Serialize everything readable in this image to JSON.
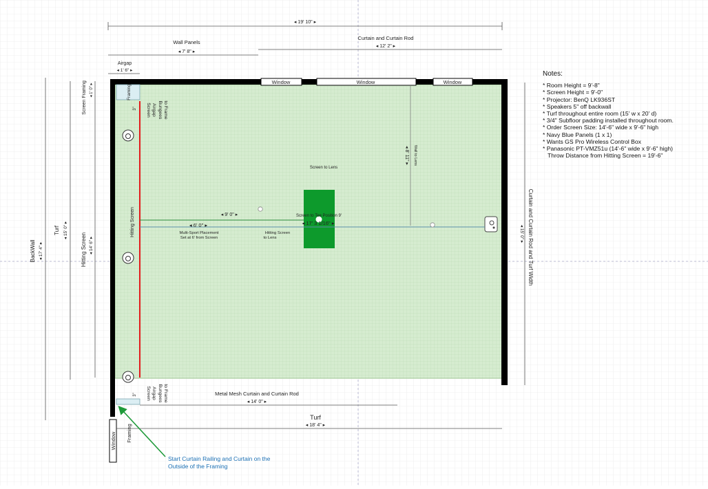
{
  "dimensions": {
    "overall_width": "19' 10\"",
    "wall_panels_label": "Wall Panels",
    "wall_panels": "7' 8\"",
    "curtain_rod_label": "Curtain and Curtain Rod",
    "curtain_rod": "12' 2\"",
    "airgap_label": "Airgap",
    "airgap": "1' 6\"",
    "screen_framing_label": "Screen Framing",
    "screen_framing": "1' 0\"",
    "backwall_label": "BackWall",
    "backwall": "17' 4\"",
    "turf_left_label": "Turf",
    "turf_left": "15' 0\"",
    "hitting_screen_left_label": "Hitting Screen",
    "hitting_screen_left": "14' 6\"",
    "wall_to_lens": "Wall to Lens",
    "wall_to_lens_value": "8' 11\"",
    "screen_to_lens_top": "Screen to Lens",
    "tee_distance": "9' 0\"",
    "screen_to_tee": "Screen to Tee Position 9'",
    "screen_to_lens_value": "17' 3 1/16\"",
    "multisport_value": "6' 0\"",
    "multisport_label_1": "Multi-Sport Placement",
    "multisport_label_2": "Set at 6' from Screen",
    "hitting_to_lens_1": "Hitting Screen",
    "hitting_to_lens_2": "to Lens",
    "hitting_screen_vertical": "Hitting Screen",
    "mesh_curtain_label": "Metal Mesh Curtain and Curtain Rod",
    "mesh_curtain": "14' 0\"",
    "turf_bottom_label": "Turf",
    "turf_bottom": "18' 4\"",
    "right_label": "Curtain and Curtain Rod and Turf Width",
    "right_value": "15' 0\"",
    "gap_3in": "3\"",
    "screen_airgap_line1": "Screen",
    "screen_airgap_line2": "Airgap",
    "screen_airgap_line3": "Bungees",
    "screen_airgap_line4": "to Frame",
    "framing_label": "Framing",
    "framing_short": "Framing",
    "window_label": "Window",
    "window_bottom_label": "Window"
  },
  "annotation": {
    "line1": "Start Curtain Railing and Curtain on the",
    "line2": "Outside of the Framing"
  },
  "notes": {
    "title": "Notes:",
    "items": [
      "* Room Height = 9'-8\"",
      "* Screen Height = 9'-0\"",
      "* Projector: BenQ LK936ST",
      "* Speakers 5\" off backwall",
      "* Turf throughout entire room (15' w x 20' d)",
      "* 3/4\" Subfloor padding installed throughout room.",
      "* Order Screen Size: 14'-6\" wide x 9'-6\" high",
      "* Navy Blue Panels (1 x 1)",
      "* Wants GS Pro Wireless Control Box",
      "* Panasonic PT-VMZ51u (14'-6\" wide x 9'-6\" high)",
      "   Throw Distance from Hitting Screen = 19'-6\""
    ]
  },
  "colors": {
    "turf": "#d6ecd0",
    "wall": "#000000",
    "hitting_mat": "#0d9a2c",
    "screen_line": "#e21a1a",
    "annotation": "#1a6fb4",
    "arrow": "#1f9a3a",
    "grid": "#dadada"
  }
}
